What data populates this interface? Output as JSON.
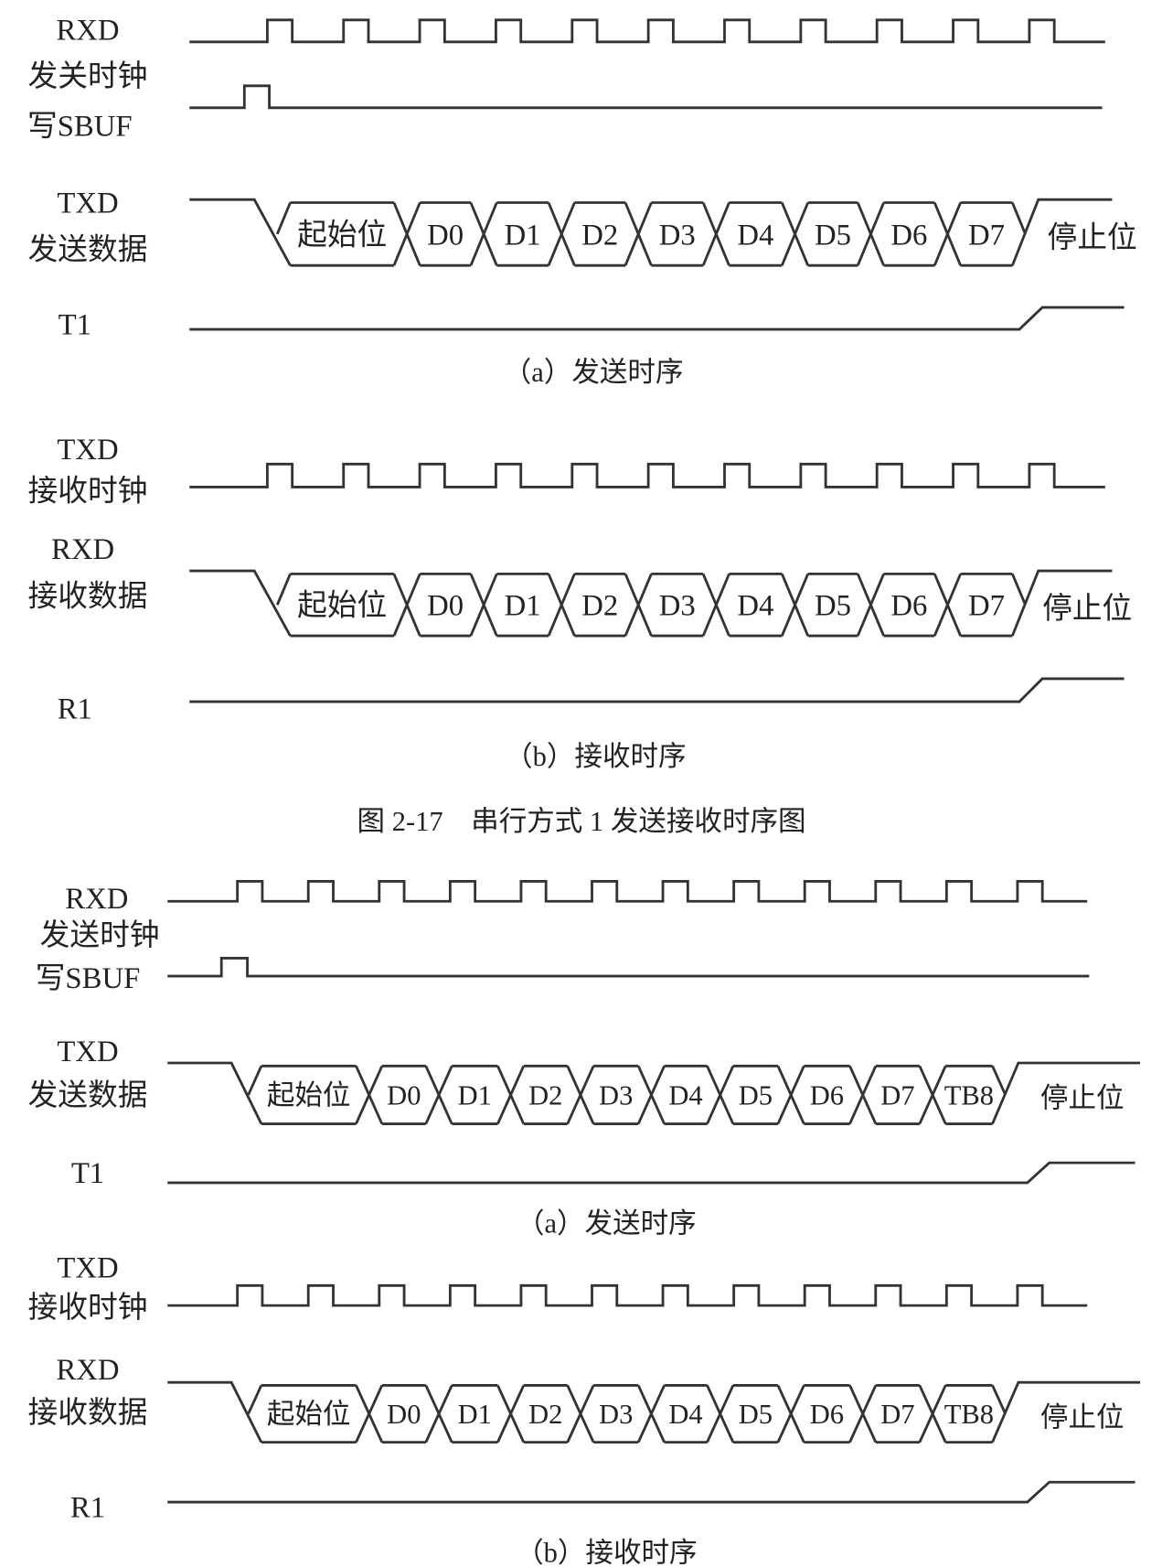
{
  "figure1": {
    "clock_pulses": 11,
    "bits": [
      "起始位",
      "D0",
      "D1",
      "D2",
      "D3",
      "D4",
      "D5",
      "D6",
      "D7"
    ],
    "stop_label": "停止位",
    "panel_a": {
      "clock_label": "RXD",
      "clock_sublabel": "发关时钟",
      "write_label": "写SBUF",
      "data_label": "TXD",
      "data_sublabel": "发送数据",
      "flag_label": "T1",
      "caption": "（a）发送时序"
    },
    "panel_b": {
      "clock_label": "TXD",
      "clock_sublabel": "接收时钟",
      "data_label": "RXD",
      "data_sublabel": "接收数据",
      "flag_label": "R1",
      "caption": "（b）接收时序"
    },
    "title": "图 2-17　串行方式 1 发送接收时序图"
  },
  "figure2": {
    "clock_pulses": 12,
    "bits": [
      "起始位",
      "D0",
      "D1",
      "D2",
      "D3",
      "D4",
      "D5",
      "D6",
      "D7",
      "TB8"
    ],
    "stop_label": "停止位",
    "panel_a": {
      "clock_label": "RXD",
      "clock_sublabel": "发送时钟",
      "write_label": "写SBUF",
      "data_label": "TXD",
      "data_sublabel": "发送数据",
      "flag_label": "T1",
      "caption": "（a）发送时序"
    },
    "panel_b": {
      "clock_label": "TXD",
      "clock_sublabel": "接收时钟",
      "data_label": "RXD",
      "data_sublabel": "接收数据",
      "flag_label": "R1",
      "caption": "（b）接收时序"
    }
  }
}
